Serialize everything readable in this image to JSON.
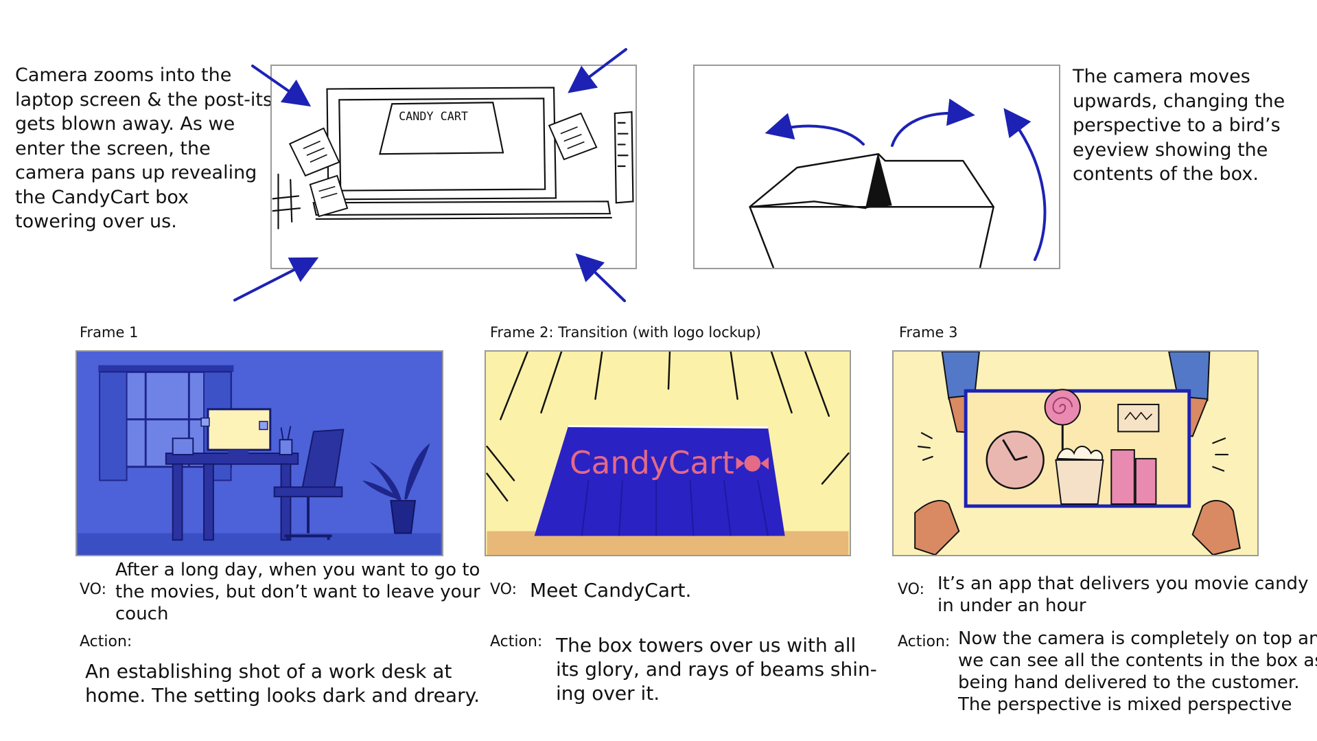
{
  "top": {
    "left_note": [
      "Camera zooms into the",
      "laptop screen & the post-its",
      "gets blown away. As we",
      "enter the screen, the",
      "camera pans up revealing",
      "the CandyCart box",
      "towering over us."
    ],
    "right_note": [
      "The camera moves",
      "upwards, changing the",
      "perspective to a bird’s",
      "eyeview showing the",
      "contents of the box."
    ],
    "sketch_laptop_text": "CANDY CART"
  },
  "frames": [
    {
      "title": "Frame 1",
      "vo_label": "VO:",
      "vo_lines": [
        "After a long day, when you want to go to",
        "the movies, but don’t want to leave your",
        "couch"
      ],
      "action_label": "Action:",
      "action_lines": [
        "An establishing shot of a work desk at",
        "home. The setting looks dark and dreary."
      ]
    },
    {
      "title": "Frame 2: Transition (with logo lockup)",
      "vo_label": "VO:",
      "vo_lines": [
        "Meet CandyCart."
      ],
      "action_label": "Action:",
      "action_lines": [
        "The box towers over us with all",
        "its glory, and rays of beams shin-",
        "ing over it."
      ],
      "logo_text": "CandyCart"
    },
    {
      "title": "Frame 3",
      "vo_label": "VO:",
      "vo_lines": [
        "It’s an app that delivers you movie candy",
        "in under an hour"
      ],
      "action_label": "Action:",
      "action_lines": [
        "Now the camera is completely on top and",
        "we can see all the contents in the box as it",
        "being hand delivered to the customer.",
        "The perspective is mixed perspective"
      ]
    }
  ],
  "colors": {
    "ink_blue": "#1d22b4",
    "frame1_bg": "#4d62d8",
    "frame2_bg": "#fbf1a8",
    "box_blue": "#2b22c4",
    "logo_pink": "#e46a86",
    "frame3_bg": "#fbf1b9",
    "sleeve_blue": "#5378c8",
    "skin": "#d98a63"
  }
}
